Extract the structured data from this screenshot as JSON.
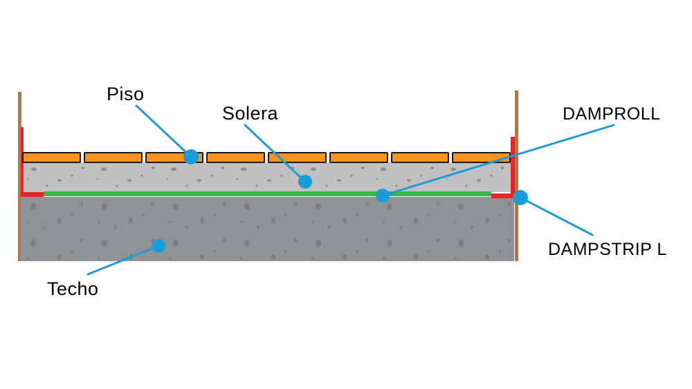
{
  "diagram": {
    "labels": {
      "piso": "Piso",
      "solera": "Solera",
      "damproll": "DAMPROLL",
      "dampstrip_l": "DAMPSTRIP L",
      "techo": "Techo"
    },
    "layers": [
      {
        "name": "piso",
        "description_label": "Piso"
      },
      {
        "name": "solera",
        "description_label": "Solera"
      },
      {
        "name": "damproll-membrane",
        "description_label": "DAMPROLL"
      },
      {
        "name": "dampstrip-corner-strip",
        "description_label": "DAMPSTRIP L"
      },
      {
        "name": "techo",
        "description_label": "Techo"
      }
    ],
    "colors": {
      "wall-brown": "#A87C50",
      "strip-red": "#EC2227",
      "tile-orange": "#F6921E",
      "tile-border": "#1A1A1A",
      "screed-gray": "#C1C1C3",
      "screed-speckle": "#8F8F91",
      "membrane-green": "#3AB54A",
      "slab-gray": "#909396",
      "slab-speckle": "#7C7E81",
      "callout-blue": "#1B9BD8",
      "label-black": "#000000"
    }
  }
}
